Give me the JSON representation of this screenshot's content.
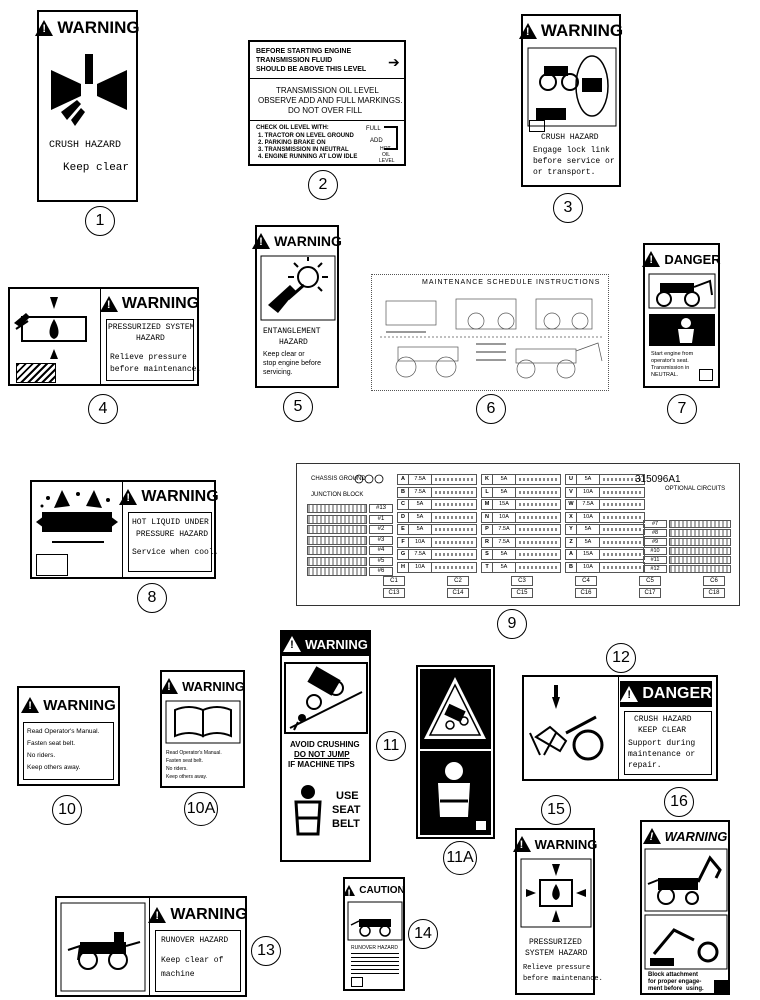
{
  "labels": {
    "d1": {
      "header": "WARNING",
      "line1": "CRUSH HAZARD",
      "line2": "Keep clear",
      "callout": "1"
    },
    "d2": {
      "line1": "BEFORE STARTING ENGINE",
      "line2": "TRANSMISSION FLUID",
      "line3": "SHOULD BE ABOVE THIS LEVEL",
      "line4": "TRANSMISSION OIL LEVEL",
      "line5": "OBSERVE ADD AND FULL MARKINGS.",
      "line6": "DO NOT OVER FILL",
      "check": "CHECK OIL LEVEL WITH:",
      "c1": "1. TRACTOR ON LEVEL GROUND",
      "c2": "2. PARKING BRAKE ON",
      "c3": "3. TRANSMISSION IN NEUTRAL",
      "c4": "4. ENGINE RUNNING AT LOW IDLE",
      "full": "FULL",
      "add": "ADD",
      "hot1": "HOT",
      "hot2": "OIL",
      "hot3": "LEVEL",
      "callout": "2"
    },
    "d3": {
      "header": "WARNING",
      "line1": "CRUSH HAZARD",
      "line2": "Engage lock link",
      "line3": "before service or",
      "line4": "or transport.",
      "callout": "3"
    },
    "d4": {
      "header": "WARNING",
      "line1": "PRESSURIZED SYSTEM",
      "line2": "HAZARD",
      "line3": "Relieve pressure",
      "line4": "before maintenance.",
      "callout": "4"
    },
    "d5": {
      "header": "WARNING",
      "line1": "ENTANGLEMENT",
      "line2": "HAZARD",
      "line3": "Keep clear or",
      "line4": "stop engine before",
      "line5": "servicing.",
      "callout": "5"
    },
    "d6": {
      "title": "MAINTENANCE SCHEDULE INSTRUCTIONS",
      "callout": "6"
    },
    "d7": {
      "header": "DANGER",
      "line1": "Start engine from",
      "line2": "operator's seat.",
      "line3": "Transmission in",
      "line4": "NEUTRAL.",
      "callout": "7"
    },
    "d8": {
      "header": "WARNING",
      "line1": "HOT LIQUID UNDER",
      "line2": "PRESSURE HAZARD",
      "line3": "Service when cool.",
      "callout": "8"
    },
    "d9": {
      "chassis": "CHASSIS GROUND",
      "junction": "JUNCTION BLOCK",
      "partno": "315096A1",
      "optional": "OPTIONAL CIRCUITS",
      "fuses": [
        "7.5A",
        "7.5A",
        "5A",
        "5A",
        "5A",
        "10A",
        "7.5A",
        "10A",
        "5A",
        "5A",
        "15A",
        "10A"
      ],
      "relays": [
        "#7",
        "#8",
        "#9",
        "#10",
        "#11",
        "#12"
      ],
      "relays_left": [
        "#13",
        "#1",
        "#2",
        "#3",
        "#4",
        "#5",
        "#6"
      ],
      "bottom": [
        "C1",
        "C2",
        "C3",
        "C4",
        "C5",
        "C6",
        "C13",
        "C14",
        "C15",
        "C16",
        "C17",
        "C18"
      ],
      "callout": "9"
    },
    "d10": {
      "header": "WARNING",
      "b1": "Read Operator's Manual.",
      "b2": "Fasten seat belt.",
      "b3": "No riders.",
      "b4": "Keep others away.",
      "callout": "10"
    },
    "d10a": {
      "header": "WARNING",
      "b1": "Read Operator's Manual.",
      "b2": "Fasten seat belt.",
      "b3": "No riders.",
      "b4": "Keep others away.",
      "callout": "10A"
    },
    "d11": {
      "header": "WARNING",
      "line1": "AVOID CRUSHING",
      "line2": "DO NOT JUMP",
      "line3": "IF MACHINE TIPS",
      "use1": "USE",
      "use2": "SEAT",
      "use3": "BELT",
      "callout": "11"
    },
    "d11a": {
      "callout": "11A"
    },
    "d12": {
      "header": "DANGER",
      "line1": "CRUSH HAZARD",
      "line2": "KEEP CLEAR",
      "line3": "Support during",
      "line4": "maintenance or",
      "line5": "repair.",
      "callout": "12"
    },
    "d13": {
      "header": "WARNING",
      "line1": "RUNOVER HAZARD",
      "line2": "Keep clear of",
      "line3": "machine",
      "callout": "13"
    },
    "d14": {
      "header": "CAUTION",
      "line1": "RUNOVER HAZARD",
      "callout": "14"
    },
    "d15": {
      "header": "WARNING",
      "line1": "PRESSURIZED",
      "line2": "SYSTEM HAZARD",
      "line3": "Relieve pressure",
      "line4": "before maintenance.",
      "callout": "15"
    },
    "d16": {
      "header": "WARNING",
      "line1": "Block attachment",
      "line2": "for proper engage-",
      "line3": "ment before",
      "line4": "using.",
      "callout": "16"
    }
  }
}
